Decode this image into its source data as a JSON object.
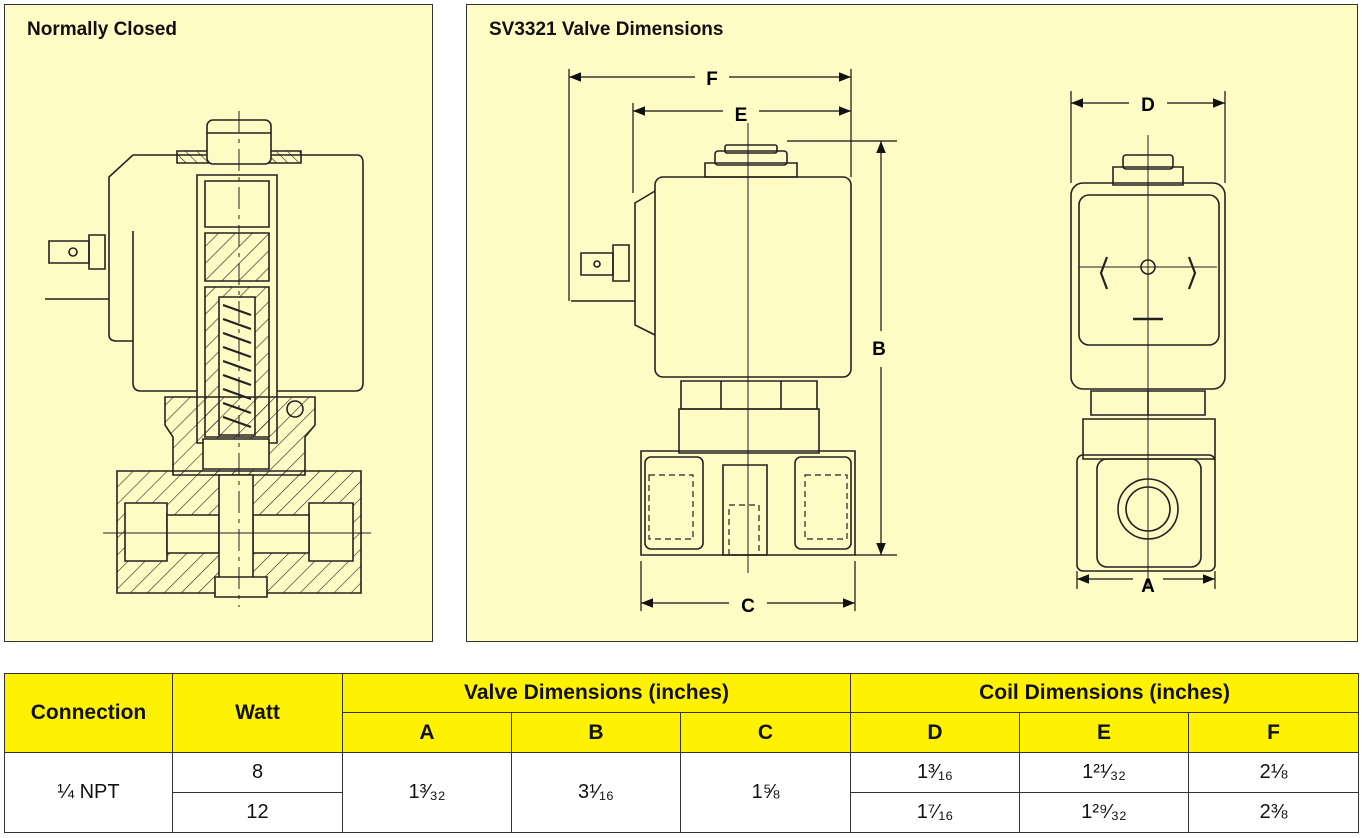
{
  "left_panel": {
    "title": "Normally Closed"
  },
  "right_panel": {
    "title": "SV3321 Valve Dimensions",
    "labels": {
      "a": "A",
      "b": "B",
      "c": "C",
      "d": "D",
      "e": "E",
      "f": "F"
    }
  },
  "table": {
    "headers": {
      "connection": "Connection",
      "watt": "Watt",
      "valve_group": "Valve Dimensions (inches)",
      "coil_group": "Coil Dimensions (inches)",
      "a": "A",
      "b": "B",
      "c": "C",
      "d": "D",
      "e": "E",
      "f": "F"
    },
    "connection": "¼ NPT",
    "valve": {
      "a": "1³⁄₃₂",
      "b": "3¹⁄₁₆",
      "c": "1⅝"
    },
    "rows": [
      {
        "watt": "8",
        "d": "1³⁄₁₆",
        "e": "1²¹⁄₃₂",
        "f": "2⅛"
      },
      {
        "watt": "12",
        "d": "1⁷⁄₁₆",
        "e": "1²⁹⁄₃₂",
        "f": "2⅜"
      }
    ]
  }
}
